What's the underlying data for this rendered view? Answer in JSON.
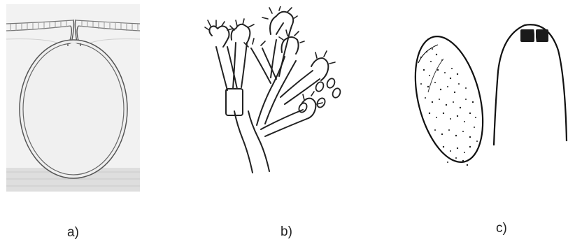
{
  "figure": {
    "panels": [
      {
        "id": "a",
        "caption": "a)"
      },
      {
        "id": "b",
        "caption": "b)"
      },
      {
        "id": "c",
        "caption": "c)"
      }
    ]
  },
  "colors": {
    "line": "#3a3a3a",
    "panel_a_background": "#f3f3f3",
    "ink": "#222222"
  }
}
